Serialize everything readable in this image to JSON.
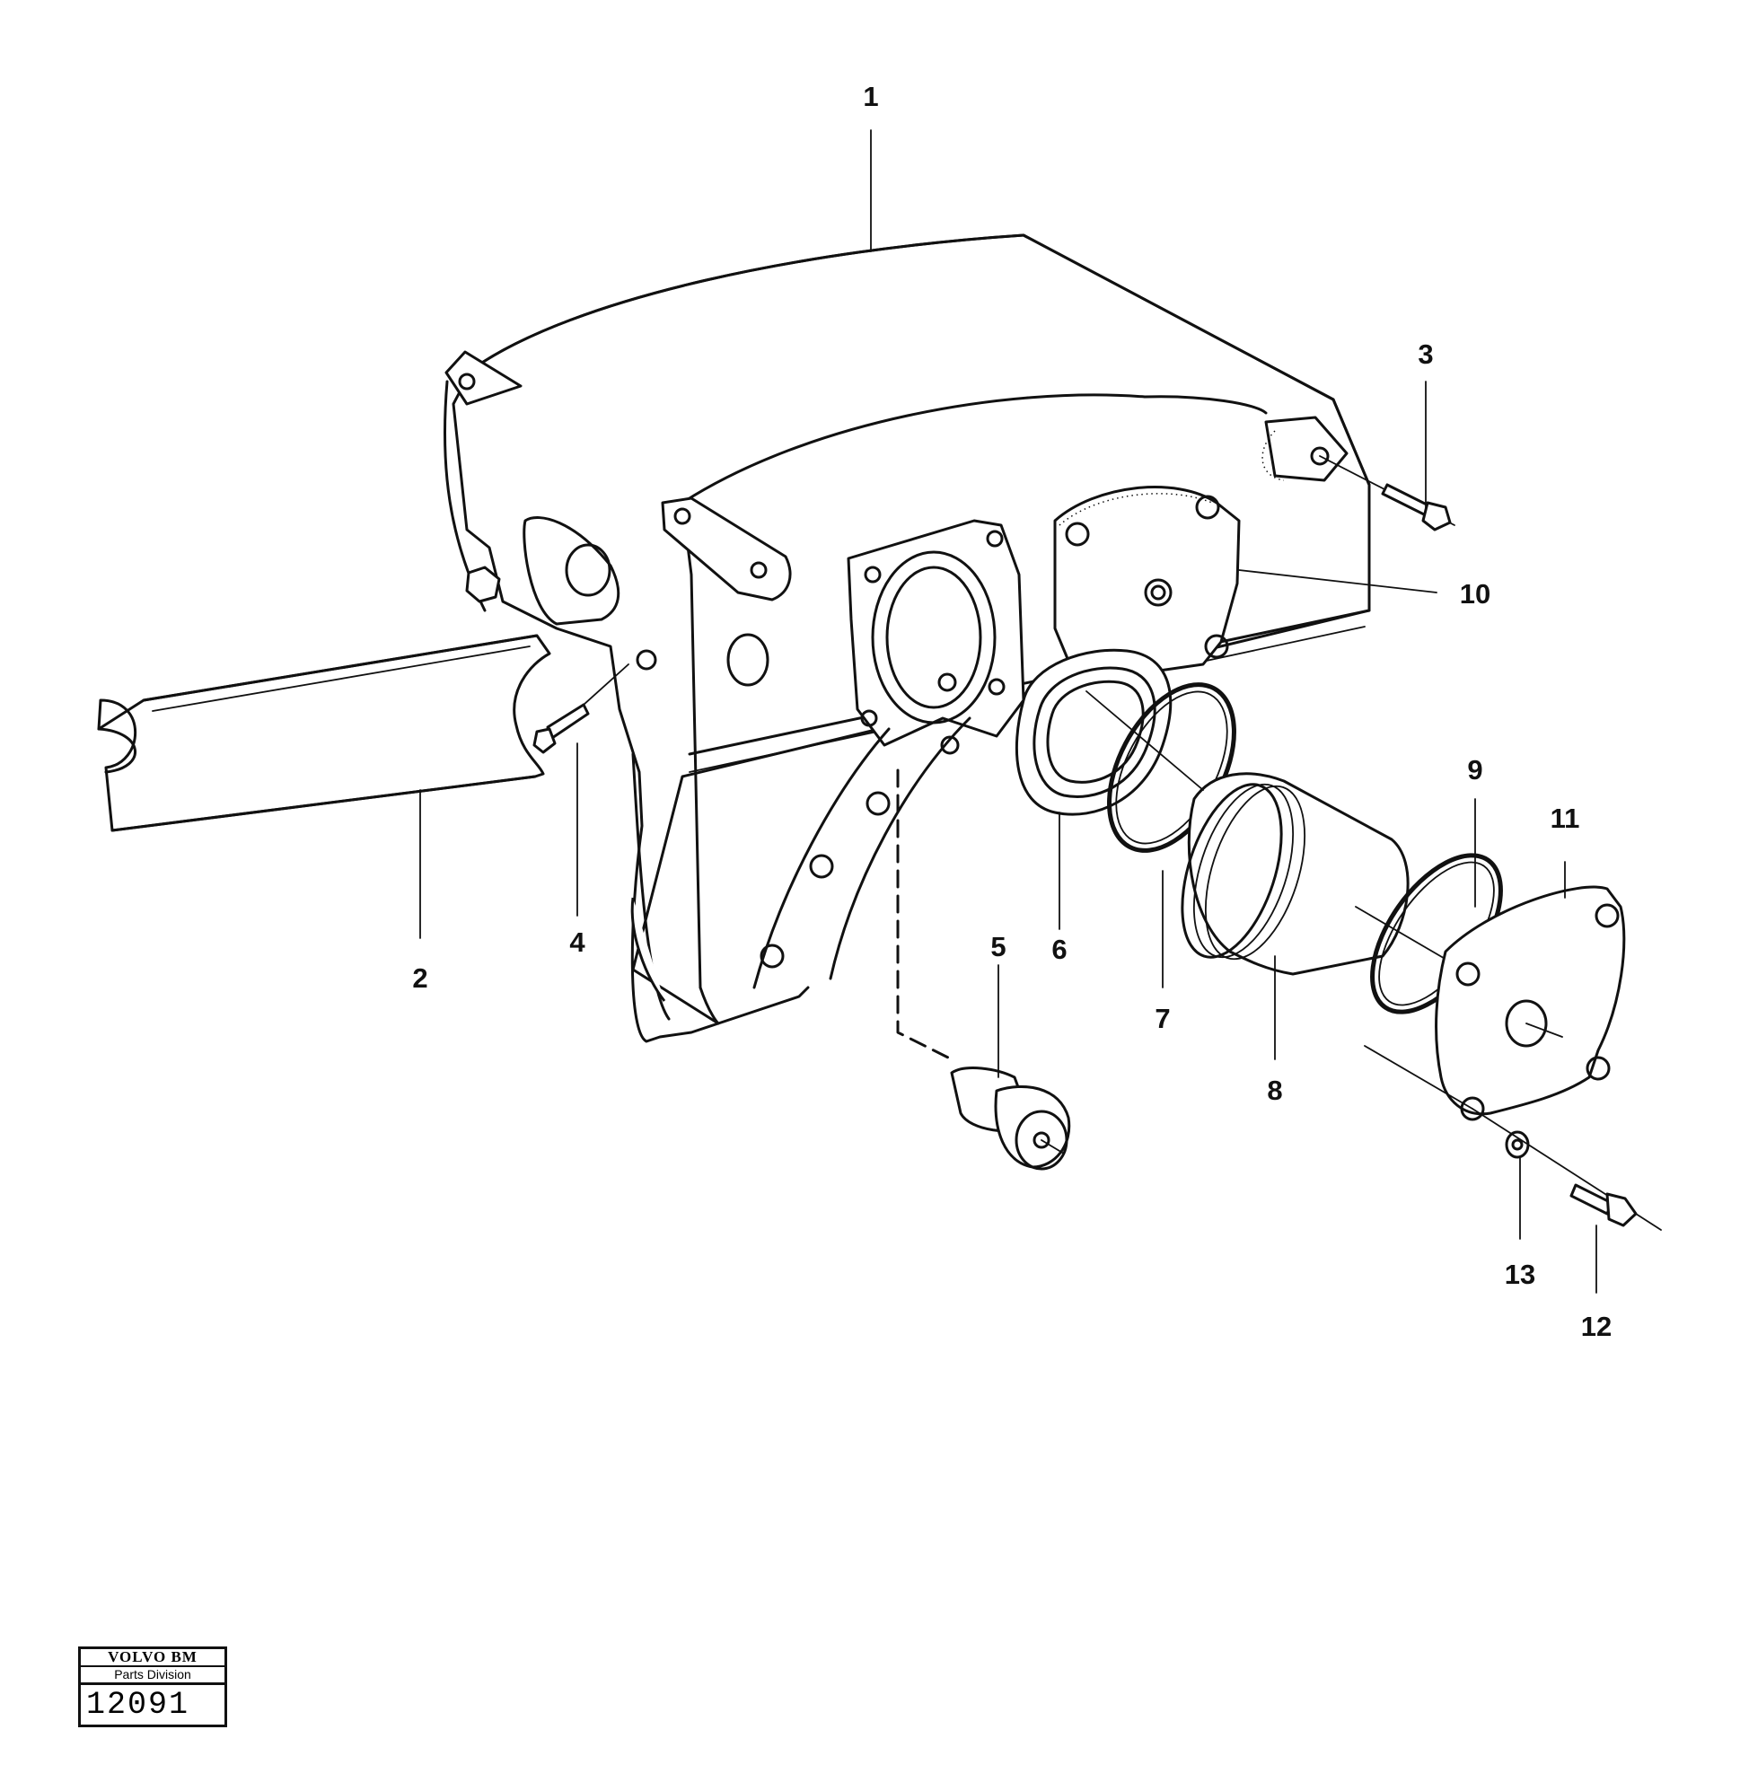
{
  "diagram": {
    "part_numbers": [
      "1",
      "2",
      "3",
      "4",
      "5",
      "6",
      "7",
      "8",
      "9",
      "10",
      "11",
      "12",
      "13"
    ]
  },
  "catalog": {
    "brand": "VOLVO BM",
    "division": "Parts Division",
    "number": "12091"
  }
}
